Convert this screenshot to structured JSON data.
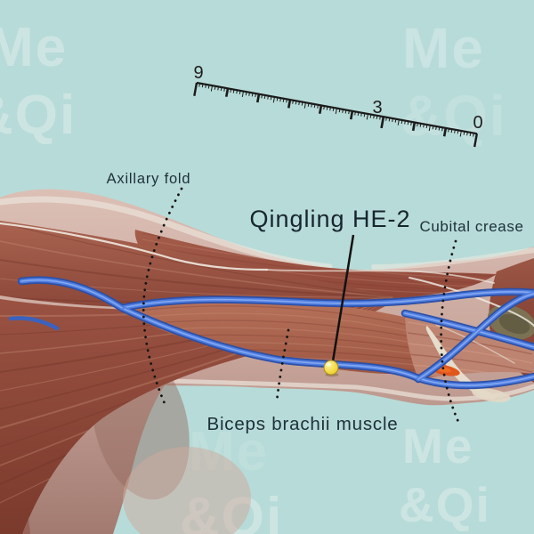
{
  "page": {
    "title": "Qingling HE-2 acupuncture point diagram"
  },
  "watermark": {
    "line1": "Me",
    "line2": "&Qi"
  },
  "ruler": {
    "left_label": "9",
    "mid_label": "3",
    "right_label": "0",
    "units": 9,
    "subdivisions": 10,
    "mid_label_unit_from_left": 6
  },
  "annotations": {
    "point_label": "Qingling HE-2",
    "axillary_fold": "Axillary fold",
    "cubital_crease": "Cubital crease",
    "biceps_muscle": "Biceps brachii muscle"
  },
  "marker": {
    "label": "Qingling HE-2",
    "fill": "#f2d83e",
    "edge": "#ab8d1a"
  },
  "colors": {
    "background": "#b7dbd8",
    "label_text": "#1d3038",
    "annotation_line": "#141414",
    "vein_outer": "#2b50a8",
    "vein_inner": "#4f7de0",
    "skin": "#c9a69b",
    "muscle": "#a05a48",
    "tendon": "#e7ddcc",
    "bone_cartilage": "#77704f"
  }
}
